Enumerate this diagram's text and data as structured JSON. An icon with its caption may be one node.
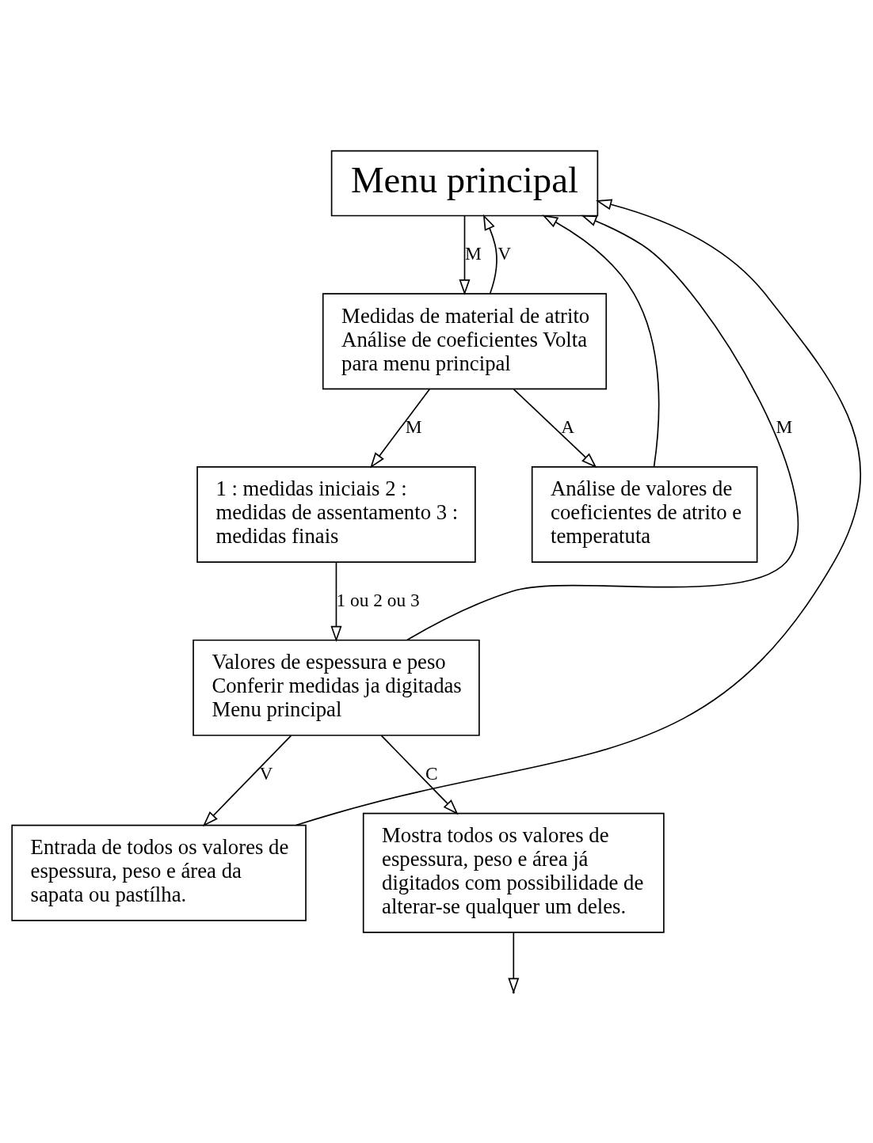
{
  "diagram": {
    "nodes": [
      {
        "text": [
          "Menu principal"
        ]
      },
      {
        "text": [
          "Medidas de material de atrito Análise de coeficientes Volta para menu principal"
        ]
      },
      {
        "text": [
          "1 : medidas iniciais 2 : medidas de assentamento 3 : medidas finais"
        ]
      },
      {
        "text": [
          "Análise de valores de coeficientes de atrito e temperatuta"
        ]
      },
      {
        "text": [
          "Valores de espessura e peso Conferir medidas ja digitadas Menu principal"
        ]
      },
      {
        "text": [
          "Entrada de todos os valores de espessura, peso e área da sapata ou pastílha."
        ]
      },
      {
        "text": [
          "Mostra todos os valores de espessura, peso e área já digitados com possibilidade de alterar-se qualquer um deles."
        ]
      }
    ],
    "edges": [
      {
        "from": 0,
        "to": 1,
        "arrow": "to",
        "label": "M"
      },
      {
        "from": 1,
        "to": 0,
        "arrow": "to",
        "label": "V"
      },
      {
        "from": 1,
        "to": 2,
        "arrow": "to",
        "label": "M"
      },
      {
        "from": 1,
        "to": 3,
        "arrow": "to",
        "label": "A"
      },
      {
        "from": 3,
        "to": 0,
        "arrow": "to"
      },
      {
        "from": 2,
        "to": 4,
        "arrow": "to",
        "label": "1 ou 2 ou 3"
      },
      {
        "from": 4,
        "to": 0,
        "arrow": "to",
        "label": "M"
      },
      {
        "from": 4,
        "to": 5,
        "arrow": "to",
        "label": "V"
      },
      {
        "from": 4,
        "to": 6,
        "arrow": "to",
        "label": "C"
      },
      {
        "from": 5,
        "to": 0,
        "arrow": "to"
      },
      {
        "from": 6,
        "to": null,
        "arrow": "to"
      }
    ]
  }
}
